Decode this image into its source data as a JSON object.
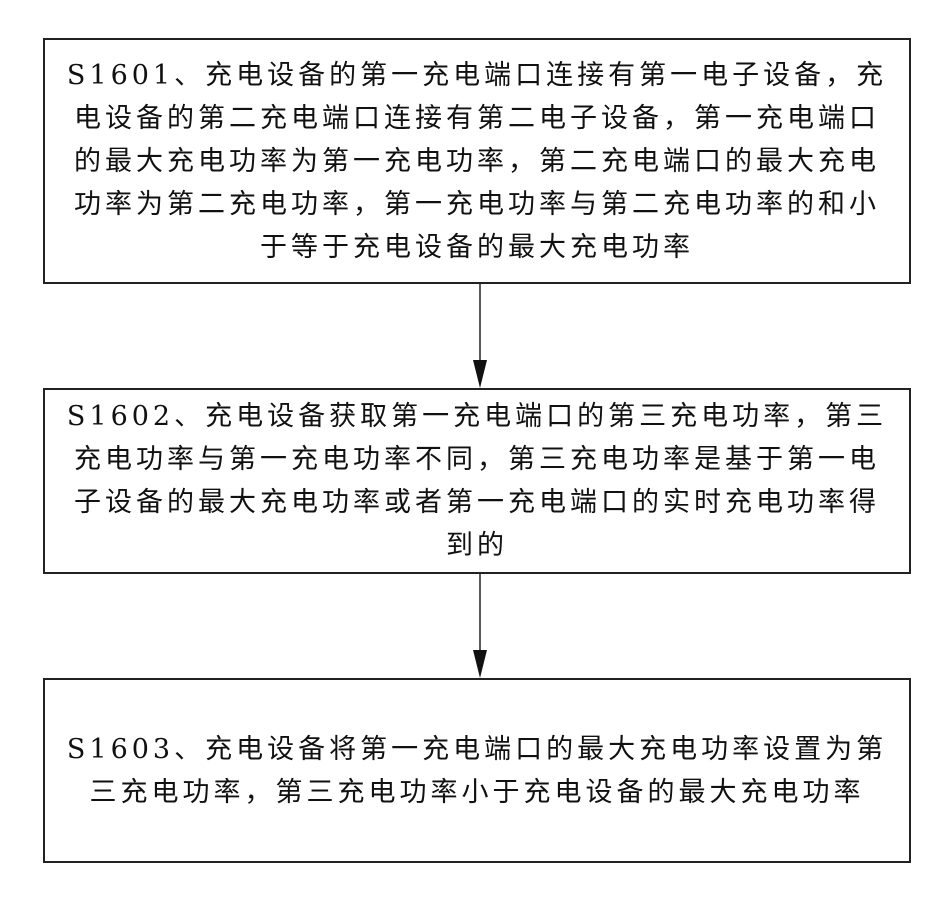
{
  "flowchart": {
    "steps": [
      {
        "id": "S1601",
        "text": "S1601、充电设备的第一充电端口连接有第一电子设备，充电设备的第二充电端口连接有第二电子设备，第一充电端口的最大充电功率为第一充电功率，第二充电端口的最大充电功率为第二充电功率，第一充电功率与第二充电功率的和小于等于充电设备的最大充电功率"
      },
      {
        "id": "S1602",
        "text": "S1602、充电设备获取第一充电端口的第三充电功率，第三充电功率与第一充电功率不同，第三充电功率是基于第一电子设备的最大充电功率或者第一充电端口的实时充电功率得到的"
      },
      {
        "id": "S1603",
        "text": "S1603、充电设备将第一充电端口的最大充电功率设置为第三充电功率，第三充电功率小于充电设备的最大充电功率"
      }
    ],
    "edges": [
      {
        "from": "S1601",
        "to": "S1602"
      },
      {
        "from": "S1602",
        "to": "S1603"
      }
    ]
  }
}
